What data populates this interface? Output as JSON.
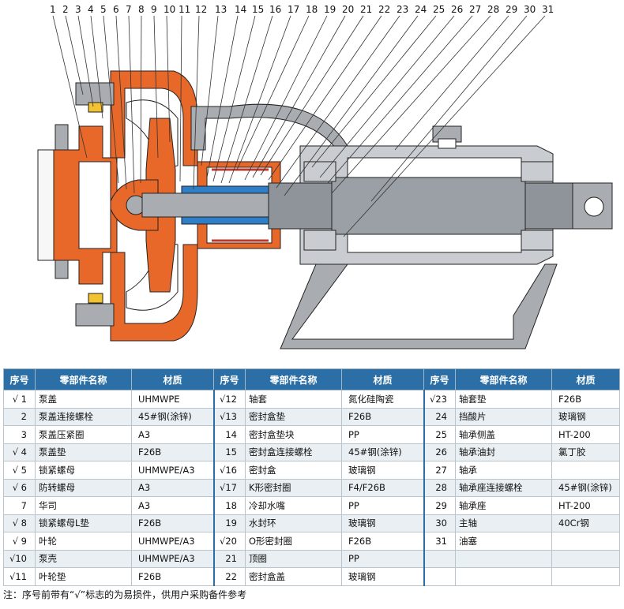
{
  "callout_numbers": [
    "1",
    "2",
    "3",
    "4",
    "5",
    "6",
    "7",
    "8",
    "9",
    "10",
    "11",
    "12",
    "13",
    "14",
    "15",
    "16",
    "17",
    "18",
    "19",
    "20",
    "21",
    "22",
    "23",
    "24",
    "25",
    "26",
    "27",
    "28",
    "29",
    "30",
    "31"
  ],
  "table": {
    "headers": [
      "序号",
      "零部件名称",
      "材质",
      "序号",
      "零部件名称",
      "材质",
      "序号",
      "零部件名称",
      "材质"
    ],
    "rows": [
      [
        {
          "no": "√ 1",
          "name": "泵盖",
          "mat": "UHMWPE"
        },
        {
          "no": "√12",
          "name": "轴套",
          "mat": "氮化硅陶瓷"
        },
        {
          "no": "√23",
          "name": "轴套垫",
          "mat": "F26B"
        }
      ],
      [
        {
          "no": "2",
          "name": "泵盖连接螺栓",
          "mat": "45#钢(涂锌)"
        },
        {
          "no": "√13",
          "name": "密封盒垫",
          "mat": "F26B"
        },
        {
          "no": "24",
          "name": "挡酸片",
          "mat": "玻璃钢"
        }
      ],
      [
        {
          "no": "3",
          "name": "泵盖压紧圈",
          "mat": "A3"
        },
        {
          "no": "14",
          "name": "密封盒垫块",
          "mat": "PP"
        },
        {
          "no": "25",
          "name": "轴承侧盖",
          "mat": "HT-200"
        }
      ],
      [
        {
          "no": "√ 4",
          "name": "泵盖垫",
          "mat": "F26B"
        },
        {
          "no": "15",
          "name": "密封盒连接螺栓",
          "mat": "45#钢(涂锌)"
        },
        {
          "no": "26",
          "name": "轴承油封",
          "mat": "氯丁胶"
        }
      ],
      [
        {
          "no": "√ 5",
          "name": "锁紧螺母",
          "mat": "UHMWPE/A3"
        },
        {
          "no": "√16",
          "name": "密封盒",
          "mat": "玻璃钢"
        },
        {
          "no": "27",
          "name": "轴承",
          "mat": ""
        }
      ],
      [
        {
          "no": "√ 6",
          "name": "防转螺母",
          "mat": "A3"
        },
        {
          "no": "√17",
          "name": "K形密封圈",
          "mat": "F4/F26B"
        },
        {
          "no": "28",
          "name": "轴承座连接螺栓",
          "mat": "45#钢(涂锌)"
        }
      ],
      [
        {
          "no": "7",
          "name": "华司",
          "mat": "A3"
        },
        {
          "no": "18",
          "name": "冷却水嘴",
          "mat": "PP"
        },
        {
          "no": "29",
          "name": "轴承座",
          "mat": "HT-200"
        }
      ],
      [
        {
          "no": "√ 8",
          "name": "锁紧螺母L垫",
          "mat": "F26B"
        },
        {
          "no": "19",
          "name": "水封环",
          "mat": "玻璃钢"
        },
        {
          "no": "30",
          "name": "主轴",
          "mat": "40Cr钢"
        }
      ],
      [
        {
          "no": "√ 9",
          "name": "叶轮",
          "mat": "UHMWPE/A3"
        },
        {
          "no": "√20",
          "name": "O形密封圈",
          "mat": "F26B"
        },
        {
          "no": "31",
          "name": "油塞",
          "mat": ""
        }
      ],
      [
        {
          "no": "√10",
          "name": "泵壳",
          "mat": "UHMWPE/A3"
        },
        {
          "no": "21",
          "name": "顶圈",
          "mat": "PP"
        },
        {
          "no": "",
          "name": "",
          "mat": ""
        }
      ],
      [
        {
          "no": "√11",
          "name": "叶轮垫",
          "mat": "F26B"
        },
        {
          "no": "22",
          "name": "密封盒盖",
          "mat": "玻璃钢"
        },
        {
          "no": "",
          "name": "",
          "mat": ""
        }
      ]
    ]
  },
  "note": "注：序号前带有“√”标志的为易损件，供用户采购备件参考",
  "colors": {
    "lining": "#e8682a",
    "metal": "#a9adb1",
    "shaft": "#8e949a",
    "sleeve": "#2f7fc8",
    "header": "#2b6fa6"
  }
}
